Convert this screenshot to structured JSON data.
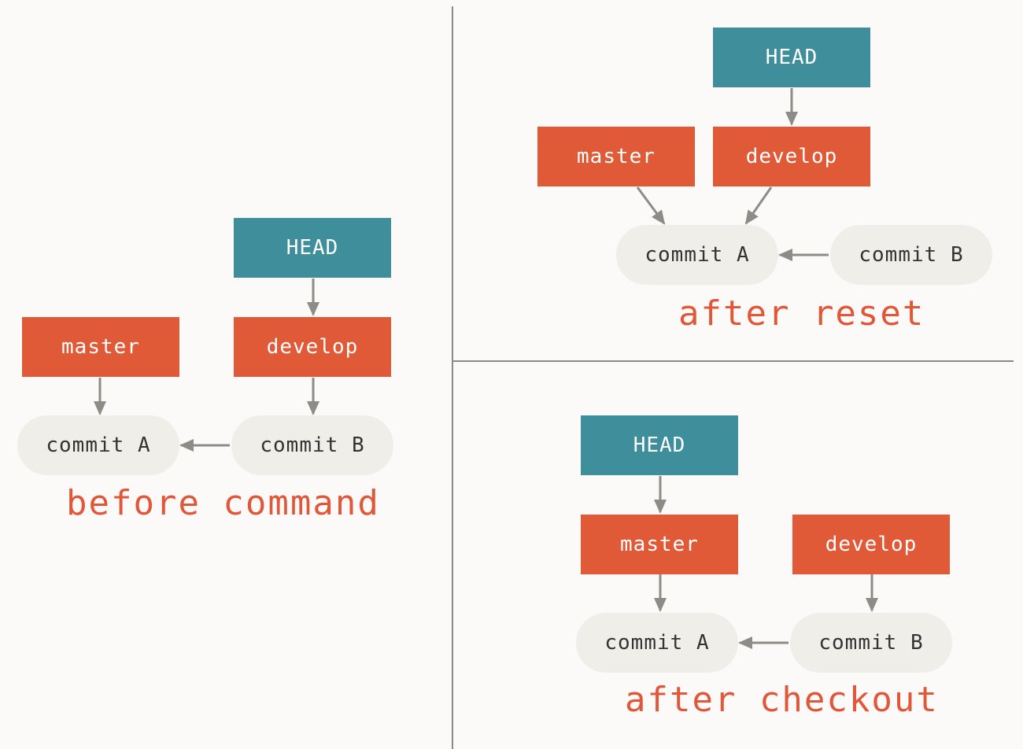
{
  "colors": {
    "head": "#3f8e9c",
    "branch": "#e05a37",
    "commit_bg": "#efeee9",
    "arrow": "#8e8c87",
    "caption": "#e1573a"
  },
  "panels": {
    "before": {
      "head_label": "HEAD",
      "master_label": "master",
      "develop_label": "develop",
      "commit_a_label": "commit A",
      "commit_b_label": "commit B",
      "caption": "before command"
    },
    "reset": {
      "head_label": "HEAD",
      "master_label": "master",
      "develop_label": "develop",
      "commit_a_label": "commit A",
      "commit_b_label": "commit B",
      "caption": "after reset"
    },
    "checkout": {
      "head_label": "HEAD",
      "master_label": "master",
      "develop_label": "develop",
      "commit_a_label": "commit A",
      "commit_b_label": "commit B",
      "caption": "after checkout"
    }
  }
}
